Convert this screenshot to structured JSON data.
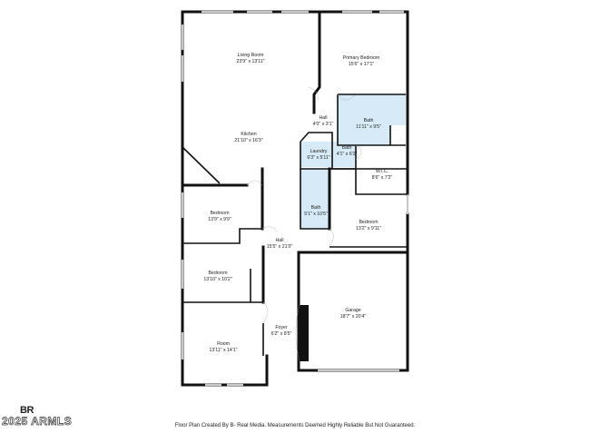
{
  "rooms": {
    "living_room": {
      "name": "Living Room",
      "dim": "23'9\" x 13'11\""
    },
    "primary_bedroom": {
      "name": "Primary Bedroom",
      "dim": "15'6\" x 17'1\""
    },
    "hall_small": {
      "name": "Hall",
      "dim": "4'0\" x 3'1\""
    },
    "bath_primary": {
      "name": "Bath",
      "dim": "11'11\" x 9'5\""
    },
    "kitchen": {
      "name": "Kitchen",
      "dim": "21'10\" x 16'3\""
    },
    "laundry": {
      "name": "Laundry",
      "dim": "6'3\" x 5'11\""
    },
    "bath_toilet": {
      "name": "Bath",
      "dim": "4'1\" x 6'2\""
    },
    "wic": {
      "name": "W.I.C.",
      "dim": "8'6\" x 7'2\""
    },
    "bedroom_1": {
      "name": "Bedroom",
      "dim": "13'9\" x 9'9\""
    },
    "bath_hall": {
      "name": "Bath",
      "dim": "5'1\" x 10'5\""
    },
    "bedroom_2": {
      "name": "Bedroom",
      "dim": "13'2\" x 9'11\""
    },
    "hall_main": {
      "name": "Hall",
      "dim": "15'5\" x 21'0\""
    },
    "bedroom_3": {
      "name": "Bedroom",
      "dim": "13'10\" x 10'2\""
    },
    "garage": {
      "name": "Garage",
      "dim": "18'7\" x 20'4\""
    },
    "foyer": {
      "name": "Foyer",
      "dim": "6'2\" x 8'5\""
    },
    "room": {
      "name": "Room",
      "dim": "13'11\" x 14'1\""
    }
  },
  "colors": {
    "wall": "#111111",
    "wet_room": "#d6ebf7",
    "window": "#c8c8c8"
  },
  "logo": {
    "mark": "BR",
    "watermark": "2025 ARMLS"
  },
  "footer": "Floor Plan Created By B- Real Media. Measurements Deemed Highly Reliable But Not Guaranteed."
}
